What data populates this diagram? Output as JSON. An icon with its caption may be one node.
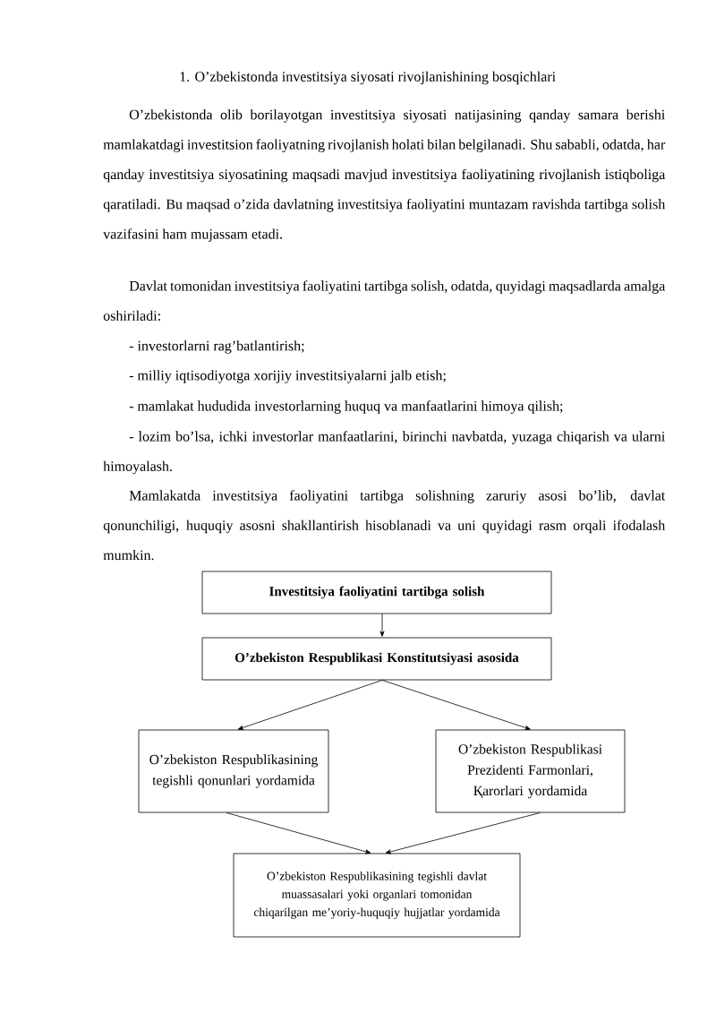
{
  "diagram": {
    "title": "1. O’zbekistonda investitsiya siyosati rivojlanishining bosqichlari",
    "nodes": [
      {
        "text": [
          "Investitsiya faoliyatini tartibga solish"
        ]
      },
      {
        "text": [
          "O’zbekiston Respublikasi Konstitutsiyasi asosida"
        ]
      },
      {
        "text": [
          "O’zbekiston Respublikasining tegishli qonunlari yordamida"
        ]
      },
      {
        "text": [
          "O’zbekiston Respublikasi Prezidenti Farmonlari, Қarorlari yordamida"
        ]
      },
      {
        "text": [
          "O’zbekiston Respublikasining tegishli davlat muassasalari yoki organlari tomonidan chiqarilgan me’yoriy-huquqiy hujjatlar yordamida"
        ]
      }
    ],
    "edges": [
      {
        "from": 0,
        "to": 1,
        "arrow": "to"
      },
      {
        "from": 1,
        "to": 2,
        "arrow": "to"
      },
      {
        "from": 1,
        "to": 3,
        "arrow": "to"
      },
      {
        "from": 2,
        "to": 4,
        "arrow": "to"
      },
      {
        "from": 3,
        "to": 4,
        "arrow": "to"
      }
    ],
    "labels": [
      "O’zbekistonda olib borilayotgan investitsiya siyosati natijasining qanday samara berishi mamlakatdagi investitsion faoliyatning rivojlanish holati bilan belgilanadi. Shu sababli, odatda, har qanday investitsiya siyosatining maqsadi mavjud investitsiya faoliyatining rivojlanish istiqboliga qaratiladi. Bu maqsad o’zida davlatning investitsiya faoliyatini muntazam ravishda tartibga solish vazifasini ham mujassam etadi.",
      "Davlat tomonidan investitsiya faoliyatini tartibga solish, odatda, quyidagi maqsadlarda amalga oshiriladi:",
      "- investorlarni rag’batlantirish;",
      "- milliy iqtisodiyotga xorijiy investitsiyalarni jalb etish;",
      "- mamlakat hududida investorlarning huquq va manfaatlarini himoya qilish;",
      "- lozim bo’lsa, ichki investorlar manfaatlarini, birinchi navbatda, yuzaga chiqarish va ularni himoyalash.",
      "Mamlakatda investitsiya faoliyatini tartibga solishning zaruriy asosi bo’lib, davlat qonunchiligi, huquqiy asosni shakllantirish hisoblanadi va uni quyidagi rasm orqali ifodalash mumkin."
    ]
  }
}
